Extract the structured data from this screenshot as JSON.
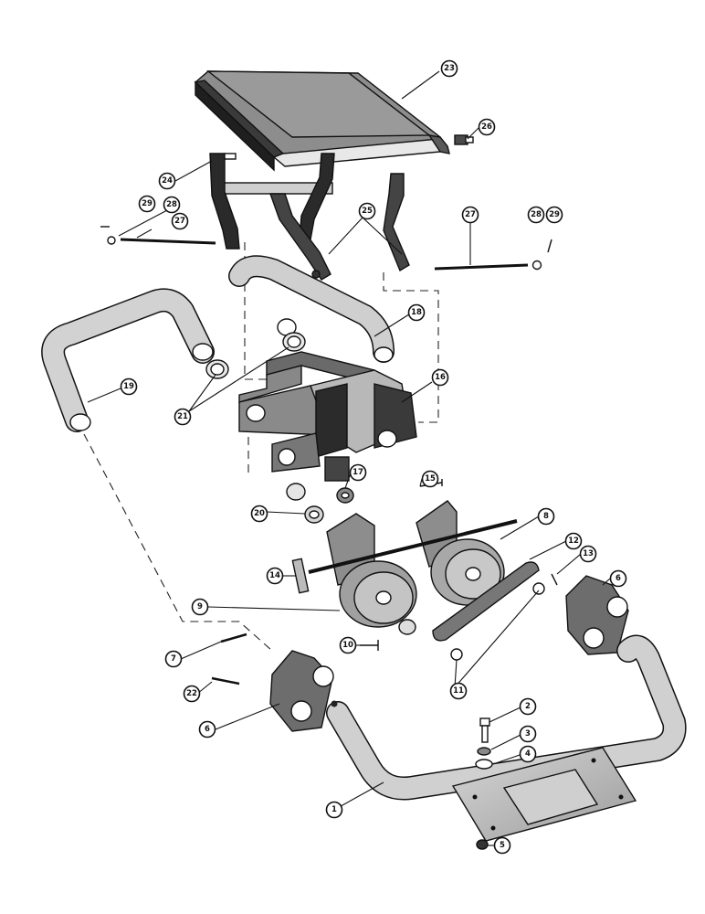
{
  "diagram": {
    "callouts": [
      {
        "id": "c1",
        "label": "1"
      },
      {
        "id": "c2",
        "label": "2"
      },
      {
        "id": "c3",
        "label": "3"
      },
      {
        "id": "c4",
        "label": "4"
      },
      {
        "id": "c5",
        "label": "5"
      },
      {
        "id": "c6a",
        "label": "6"
      },
      {
        "id": "c6b",
        "label": "6"
      },
      {
        "id": "c7",
        "label": "7"
      },
      {
        "id": "c8",
        "label": "8"
      },
      {
        "id": "c9",
        "label": "9"
      },
      {
        "id": "c10",
        "label": "10"
      },
      {
        "id": "c11",
        "label": "11"
      },
      {
        "id": "c12",
        "label": "12"
      },
      {
        "id": "c13",
        "label": "13"
      },
      {
        "id": "c14",
        "label": "14"
      },
      {
        "id": "c15",
        "label": "15"
      },
      {
        "id": "c16",
        "label": "16"
      },
      {
        "id": "c17",
        "label": "17"
      },
      {
        "id": "c18",
        "label": "18"
      },
      {
        "id": "c19",
        "label": "19"
      },
      {
        "id": "c20",
        "label": "20"
      },
      {
        "id": "c21",
        "label": "21"
      },
      {
        "id": "c22",
        "label": "22"
      },
      {
        "id": "c23",
        "label": "23"
      },
      {
        "id": "c24",
        "label": "24"
      },
      {
        "id": "c25",
        "label": "25"
      },
      {
        "id": "c26",
        "label": "26"
      },
      {
        "id": "c27a",
        "label": "27"
      },
      {
        "id": "c27b",
        "label": "27"
      },
      {
        "id": "c28a",
        "label": "28"
      },
      {
        "id": "c28b",
        "label": "28"
      },
      {
        "id": "c29a",
        "label": "29"
      },
      {
        "id": "c29b",
        "label": "29"
      }
    ]
  }
}
